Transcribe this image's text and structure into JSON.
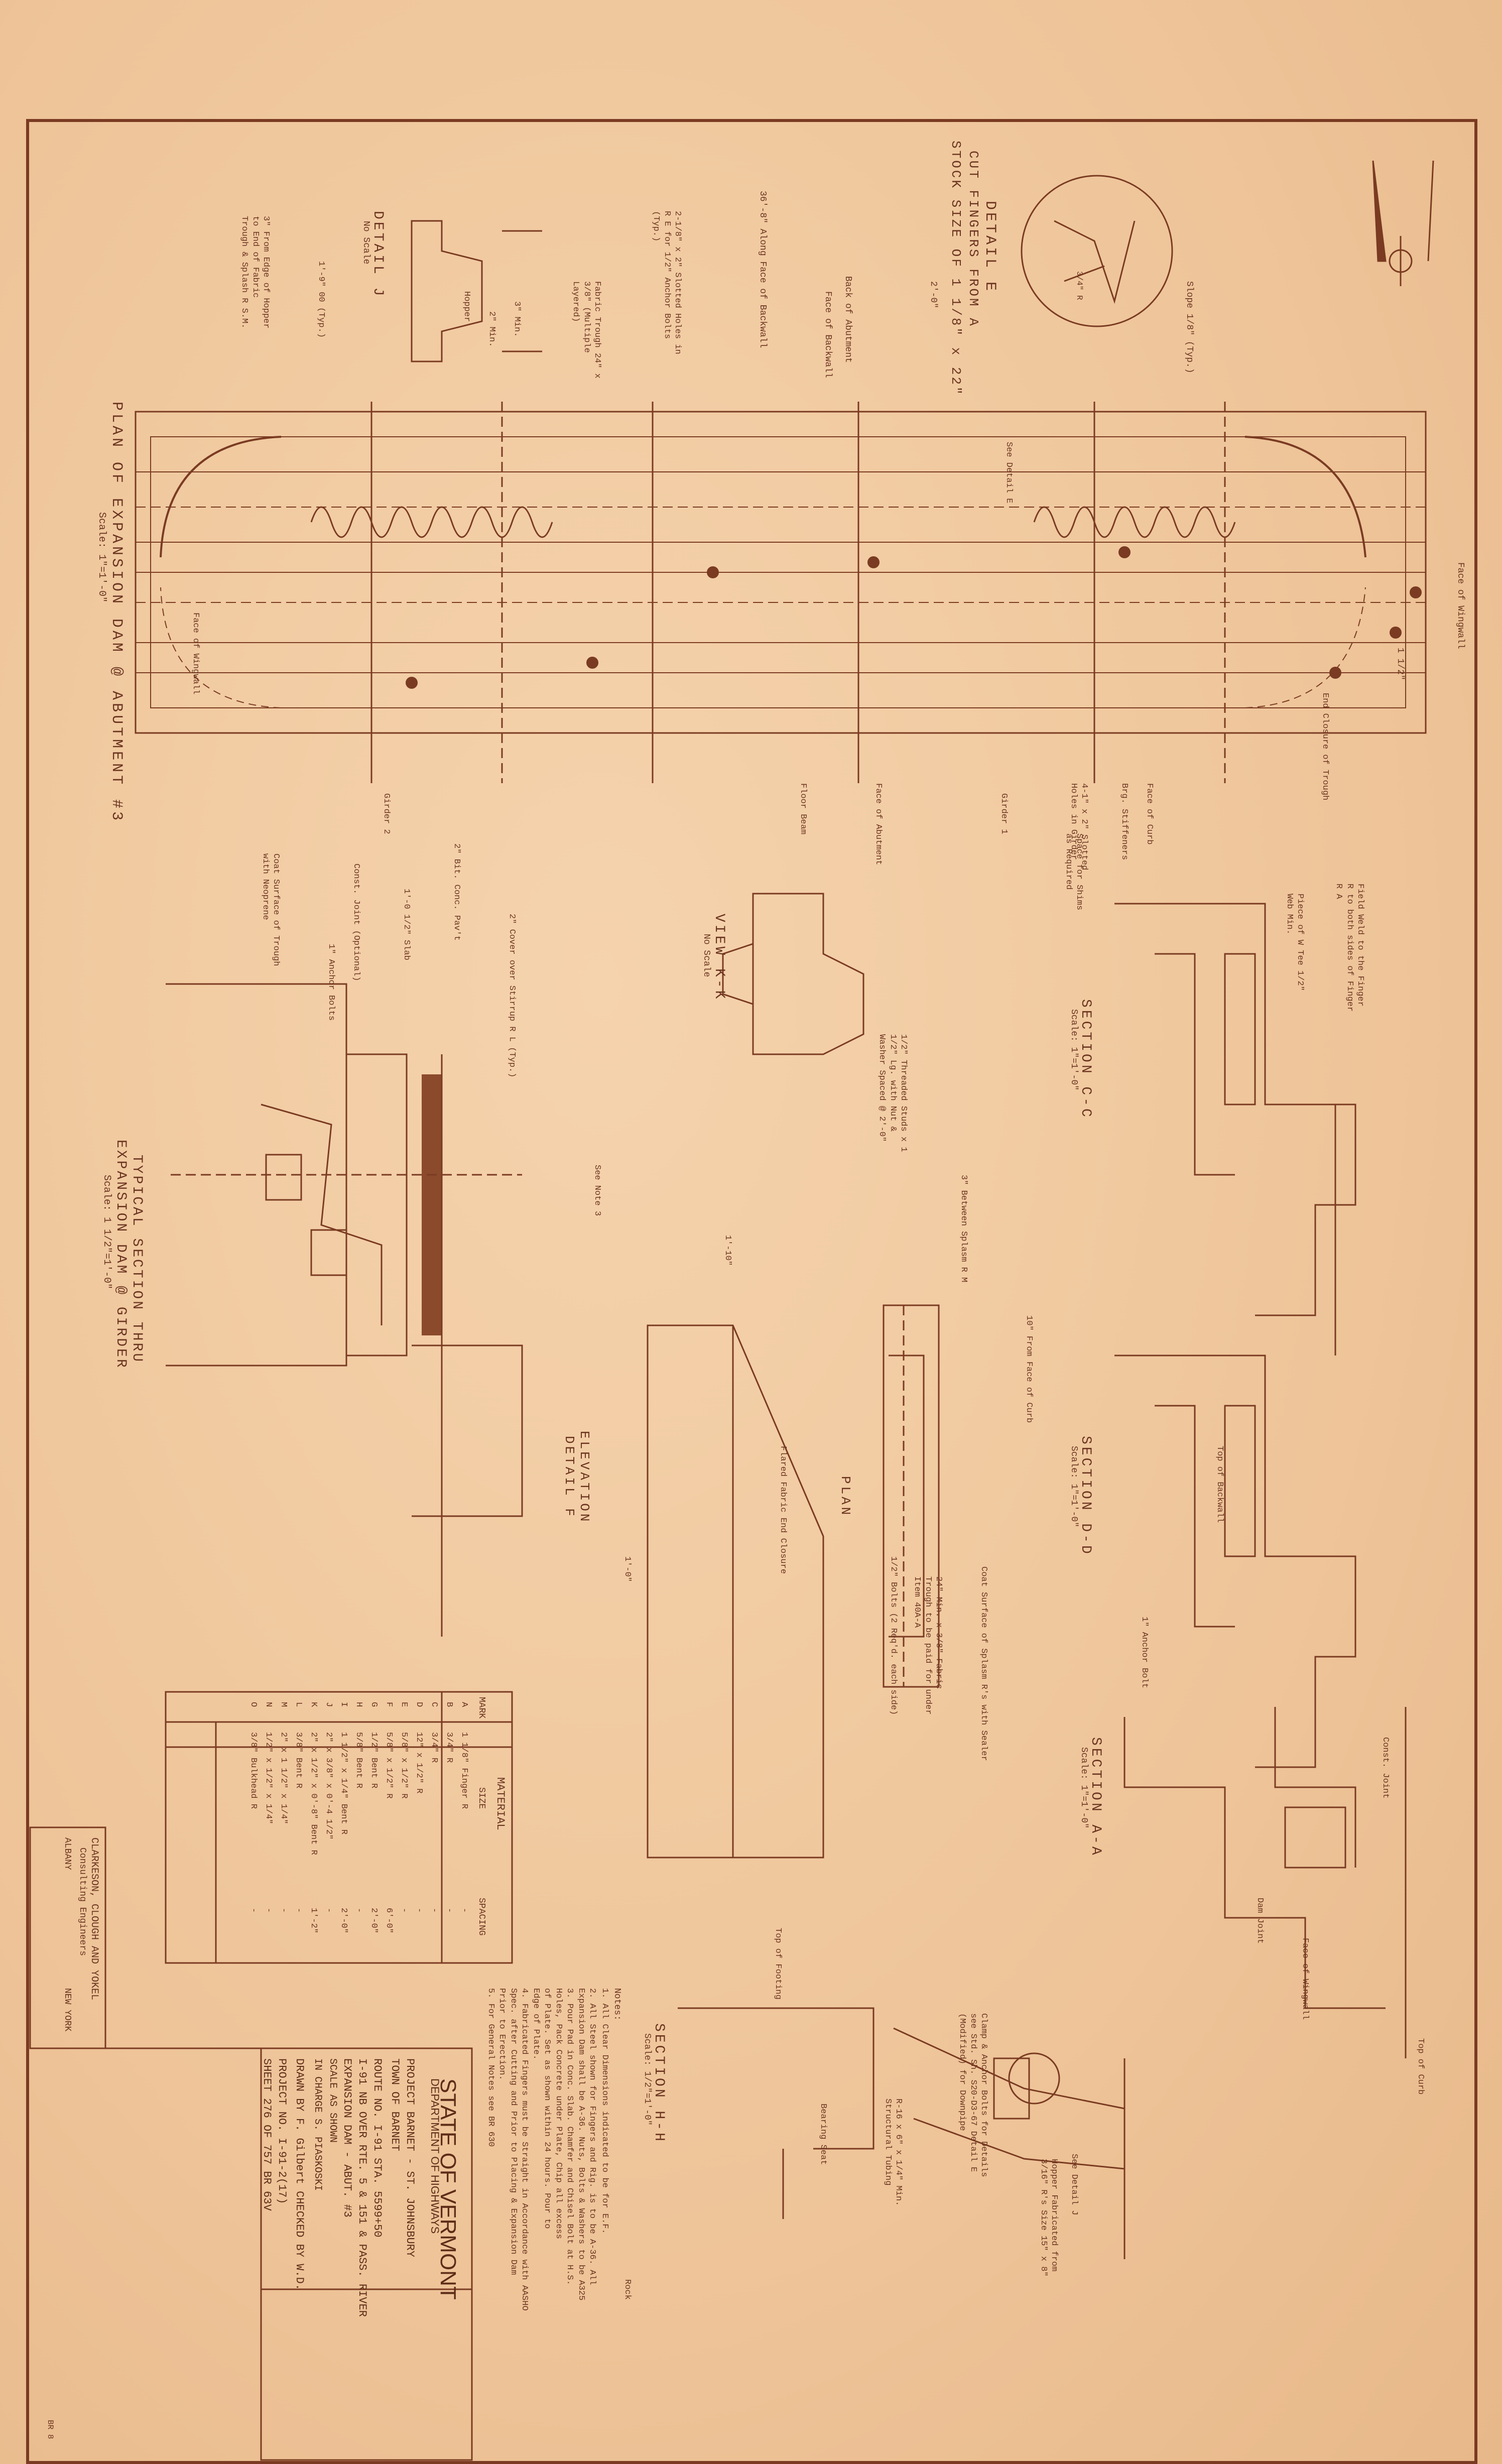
{
  "colors": {
    "paper": "#efc69b",
    "ink": "#7a3b22",
    "ink_dark": "#5e2c18"
  },
  "sheet": {
    "title_block": {
      "state": "STATE OF VERMONT",
      "department": "DEPARTMENT OF HIGHWAYS",
      "project_line": "PROJECT BARNET - ST. JOHNSBURY",
      "town_line": "TOWN OF BARNET",
      "route_line": "ROUTE NO. I-91      STA. 5599+50",
      "bridge_line": "I-91 NB OVER RTE. 5 & 151 & PASS. RIVER",
      "subject_line": "EXPANSION DAM - ABUT. #3",
      "scale_line": "SCALE AS SHOWN",
      "in_charge_line": "IN CHARGE S. PIASKOSKI",
      "drawn_line": "DRAWN BY F. Gilbert CHECKED BY W.D.",
      "project_no_line": "PROJECT NO. I-91-2(17)",
      "sheet_line": "SHEET 276 OF 757   BR 63V"
    },
    "consultant": {
      "name": "CLARKESON, CLOUGH AND YOKEL",
      "sub": "Consulting Engineers",
      "city": "ALBANY",
      "state": "NEW YORK"
    },
    "notes": {
      "heading": "Notes:",
      "items": [
        "1. All Clear Dimensions indicated to be for E.F.",
        "2. All Steel shown for Fingers and Rig. is to be A-36. All",
        "   Expansion Dam shall be A-36. Nuts, Bolts & Washers to be A325",
        "3. Pour Pad in Conc. Slab. Chamfer and Chisel Bolt at H.S.",
        "   Holes, Pack Concrete under Plate, Chip all excess",
        "   of Plate. Set as shown within 24 hours. Pour to",
        "   Edge of Plate.",
        "4. Fabricated Fingers must be Straight in Accordance with AASHO",
        "   Spec. after Cutting and Prior to Placing & Expansion Dam",
        "   Prior to Erection.",
        "5. For General Notes see BR 630"
      ]
    },
    "material_table": {
      "title": "MATERIAL",
      "headers": [
        "MARK",
        "SIZE",
        "SPACING"
      ],
      "rows": [
        [
          "A",
          "1 1/8\" Finger R",
          "-"
        ],
        [
          "B",
          "3/4\" R",
          "-"
        ],
        [
          "C",
          "3/4\" R",
          "-"
        ],
        [
          "D",
          "12\" x 1/2\" R",
          "-"
        ],
        [
          "E",
          "5/8\" x 1/2\" R",
          "-"
        ],
        [
          "F",
          "5/8\" x 1/2\" R",
          "6'-0\""
        ],
        [
          "G",
          "1/2\" Bent R",
          "2'-0\""
        ],
        [
          "H",
          "5/8\" Bent R",
          "-"
        ],
        [
          "I",
          "1 1/2\" x 1/4\" Bent R",
          "2'-0\""
        ],
        [
          "J",
          "2\" x 3/8\" x 0'-4 1/2\"",
          "-"
        ],
        [
          "K",
          "2\" x 1/2\" x 0'-8\" Bent R",
          "1'-2\""
        ],
        [
          "L",
          "3/8\" Bent R",
          "-"
        ],
        [
          "M",
          "2\" x 1 1/2\" x 1/4\"",
          "-"
        ],
        [
          "N",
          "1/2\" x 1/2\" x 1/4\"",
          "-"
        ],
        [
          "O",
          "3/8\" Bulkhead R",
          "-"
        ]
      ]
    },
    "titles": {
      "plan": "PLAN OF EXPANSION DAM @ ABUTMENT #3",
      "plan_scale": "Scale: 1\"=1'-0\"",
      "typical_1": "TYPICAL SECTION THRU",
      "typical_2": "EXPANSION DAM @ GIRDER",
      "typical_scale": "Scale: 1 1/2\"=1'-0\"",
      "detail_e_1": "DETAIL E",
      "detail_e_2": "CUT FINGERS FROM A",
      "detail_e_3": "STOCK SIZE OF 1 1/8\" x 22\"",
      "detail_j": "DETAIL J",
      "no_scale": "No Scale",
      "view_kk": "VIEW K-K",
      "section_cc": "SECTION C-C",
      "section_dd": "SECTION D-D",
      "section_aa": "SECTION A-A",
      "section_hh": "SECTION H-H",
      "scale_1": "Scale: 1\"=1'-0\"",
      "scale_1b": "Scale: 1\"=1'-0\"",
      "scale_1c": "Scale: 1\"=1'-0\"",
      "scale_half": "Scale: 1/2\"=1'-0\"",
      "elevation_1": "ELEVATION",
      "elevation_2": "DETAIL F",
      "plan_label": "PLAN"
    },
    "callouts": {
      "face_wingwall_top": "Face of Wingwall",
      "dim_2_0": "2'-0\"",
      "dim_1_1_2": "1 1/2\"",
      "angle_3_4": "3/4\" R",
      "slope": "Slope 1/8\" (Typ.)",
      "along_backwall": "36'-8\" Along Face of Backwall",
      "slotted_holes": "2-1/8\" x 2\" Slotted Holes in R E for 1/2\" Anchor Bolts (Typ.)",
      "back_abutment": "Back of Abutment",
      "face_backwall": "Face of Backwall",
      "fabric_trough": "Fabric Trough 24\" x 3/8\" (Multiple Layered)",
      "hopper": "Hopper",
      "three_min": "3\" Min.",
      "two_min": "2\" Min.",
      "edge_hopper": "3\" From Edge of Hopper to End of Fabric Trough & Splash R S.M.",
      "typ_00": "1'-9\" 00 (Typ.)",
      "see_detail_e": "See Detail E",
      "face_curb": "Face of Curb",
      "brg_stiffeners": "Brg. Stiffeners",
      "slotted_girder": "4-1\" x 2\" Slotted Holes in Girder",
      "floor_beam": "Floor Beam",
      "girder_1": "Girder 1",
      "girder_2": "Girder 2",
      "face_wingwall_plan": "Face of Wingwall",
      "face_abutment": "Face of Abutment",
      "end_closure": "End Closure of Trough",
      "field_weld": "Field Weld to the Finger R to both sides of Finger R A",
      "piece_tee": "Piece of W Tee 1/2\" Web Min.",
      "space_shims": "Space for Shims as Required",
      "see_note_3": "See Note 3",
      "cover_2": "2\" Cover over Stirrup R L (Typ.)",
      "bit_conc": "2\" Bit. Conc. Pav't",
      "slab_1": "1'-0 1/2\" Slab",
      "anchor_bolts": "1\" Anchor Bolts",
      "const_joint": "Const. Joint (Optional)",
      "coat_surface": "Coat Surface of Trough with Neoprene",
      "three_splasm": "3\" Between Splasm R M",
      "threaded_studs": "1/2\" Threaded Studs x 1 1/2\" Lg. with Nut & Washer Spaced @ 2'-0\"",
      "flared_fabric": "Flared Fabric End Closure",
      "bolts_half": "1/2\" Bolts (2 Req'd. each side)",
      "coat_sealer": "Coat Surface of Splasm R's with Sealer",
      "twentyfour_min": "24\" Min. x 3/8\" Fabric Trough to be paid for under Item 40A-A",
      "ten_from_curb": "10\" From Face of Curb",
      "one_ten": "1'-10\"",
      "one_slab": "1'-0\"",
      "top_backwall": "Top of Backwall",
      "top_curb": "Top of Curb",
      "const_joint_aa": "Const. Joint",
      "dam_joint": "Dam Joint",
      "face_wingwall_aa": "Face of Wingwall",
      "anchor_bolt": "1\" Anchor Bolt",
      "see_detail_j": "See Detail J",
      "hopper_fab": "Hopper Fabricated from 3/16\" R's Size 15\" x 8\"",
      "clamp_anchor": "Clamp & Anchor Bolts for Details see Std. Sh. S20-D3-67 Detail E (Modified) for Downpipe",
      "structural_tubing": "R-16 x 6\" x 1/4\" Min. Structural Tubing",
      "top_footing": "Top of Footing",
      "bearing_seat": "Bearing Seat",
      "rock": "Rock"
    },
    "corner_code": "BR 8"
  }
}
